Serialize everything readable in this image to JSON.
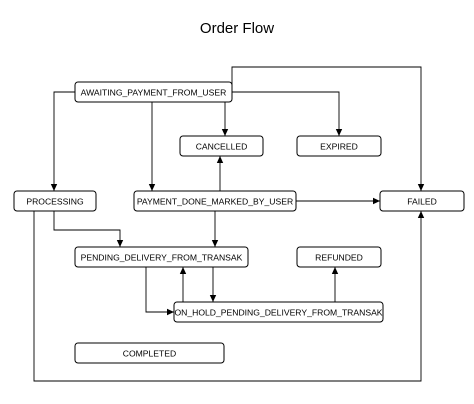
{
  "title": "Order Flow",
  "colors": {
    "stroke": "#000000",
    "fill": "#ffffff",
    "text": "#000000"
  },
  "nodes": [
    {
      "id": "awaiting_payment",
      "label": "AWAITING_PAYMENT_FROM_USER"
    },
    {
      "id": "cancelled",
      "label": "CANCELLED"
    },
    {
      "id": "expired",
      "label": "EXPIRED"
    },
    {
      "id": "processing",
      "label": "PROCESSING"
    },
    {
      "id": "payment_done",
      "label": "PAYMENT_DONE_MARKED_BY_USER"
    },
    {
      "id": "failed",
      "label": "FAILED"
    },
    {
      "id": "pending_delivery",
      "label": "PENDING_DELIVERY_FROM_TRANSAK"
    },
    {
      "id": "refunded",
      "label": "REFUNDED"
    },
    {
      "id": "on_hold",
      "label": "ON_HOLD_PENDING_DELIVERY_FROM_TRANSAK"
    },
    {
      "id": "completed",
      "label": "COMPLETED"
    }
  ],
  "edges": [
    {
      "from": "awaiting_payment",
      "to": "processing"
    },
    {
      "from": "awaiting_payment",
      "to": "payment_done"
    },
    {
      "from": "awaiting_payment",
      "to": "cancelled"
    },
    {
      "from": "awaiting_payment",
      "to": "expired"
    },
    {
      "from": "awaiting_payment",
      "to": "failed"
    },
    {
      "from": "payment_done",
      "to": "cancelled"
    },
    {
      "from": "payment_done",
      "to": "failed"
    },
    {
      "from": "payment_done",
      "to": "pending_delivery"
    },
    {
      "from": "processing",
      "to": "pending_delivery"
    },
    {
      "from": "processing",
      "to": "failed"
    },
    {
      "from": "pending_delivery",
      "to": "on_hold"
    },
    {
      "from": "pending_delivery",
      "to": "completed"
    },
    {
      "from": "on_hold",
      "to": "pending_delivery"
    },
    {
      "from": "on_hold",
      "to": "refunded"
    }
  ]
}
